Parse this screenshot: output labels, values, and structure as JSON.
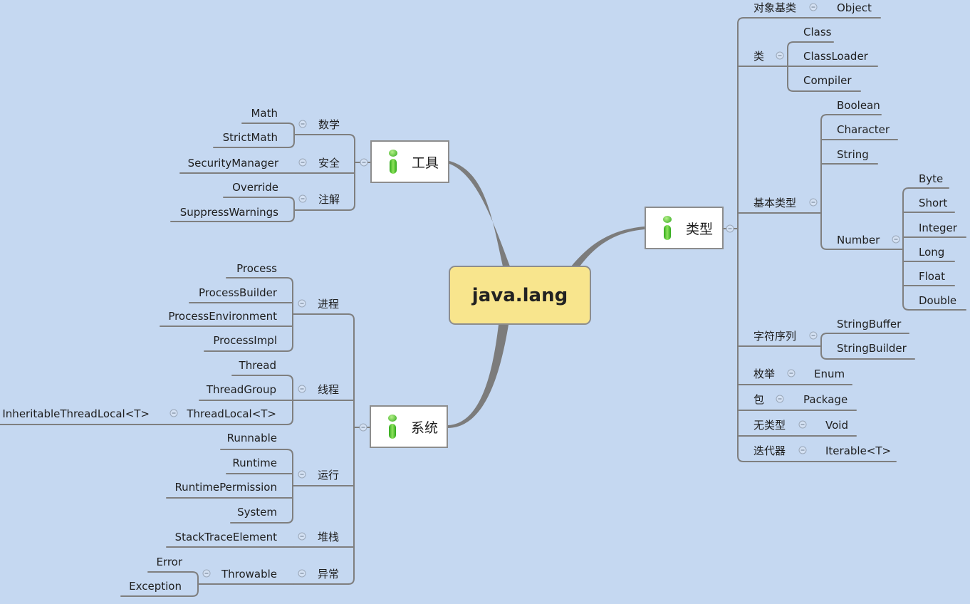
{
  "central": "java.lang",
  "topics": {
    "tools": "工具",
    "system": "系统",
    "types": "类型"
  },
  "tools": {
    "math": {
      "label": "数学",
      "items": [
        "Math",
        "StrictMath"
      ]
    },
    "security": {
      "label": "安全",
      "items": [
        "SecurityManager"
      ]
    },
    "annotation": {
      "label": "注解",
      "items": [
        "Override",
        "SuppressWarnings"
      ]
    }
  },
  "system": {
    "process": {
      "label": "进程",
      "items": [
        "Process",
        "ProcessBuilder",
        "ProcessEnvironment",
        "ProcessImpl"
      ]
    },
    "thread": {
      "label": "线程",
      "items": [
        "Thread",
        "ThreadGroup",
        "ThreadLocal<T>"
      ],
      "threadlocal_child": "InheritableThreadLocal<T>"
    },
    "runtime": {
      "label": "运行",
      "items": [
        "Runnable",
        "Runtime",
        "RuntimePermission",
        "System"
      ]
    },
    "stack": {
      "label": "堆栈",
      "items": [
        "StackTraceElement"
      ]
    },
    "exception": {
      "label": "异常",
      "items": [
        "Throwable"
      ],
      "throwable_children": [
        "Error",
        "Exception"
      ]
    }
  },
  "types": {
    "object": {
      "label": "对象基类",
      "items": [
        "Object"
      ]
    },
    "class": {
      "label": "类",
      "items": [
        "Class",
        "ClassLoader",
        "Compiler"
      ]
    },
    "basic": {
      "label": "基本类型",
      "items": [
        "Boolean",
        "Character",
        "String",
        "Number"
      ],
      "number_children": [
        "Byte",
        "Short",
        "Integer",
        "Long",
        "Float",
        "Double"
      ]
    },
    "charseq": {
      "label": "字符序列",
      "items": [
        "StringBuffer",
        "StringBuilder"
      ]
    },
    "enum": {
      "label": "枚举",
      "items": [
        "Enum"
      ]
    },
    "package": {
      "label": "包",
      "items": [
        "Package"
      ]
    },
    "void": {
      "label": "无类型",
      "items": [
        "Void"
      ]
    },
    "iterator": {
      "label": "迭代器",
      "items": [
        "Iterable<T>"
      ]
    }
  }
}
